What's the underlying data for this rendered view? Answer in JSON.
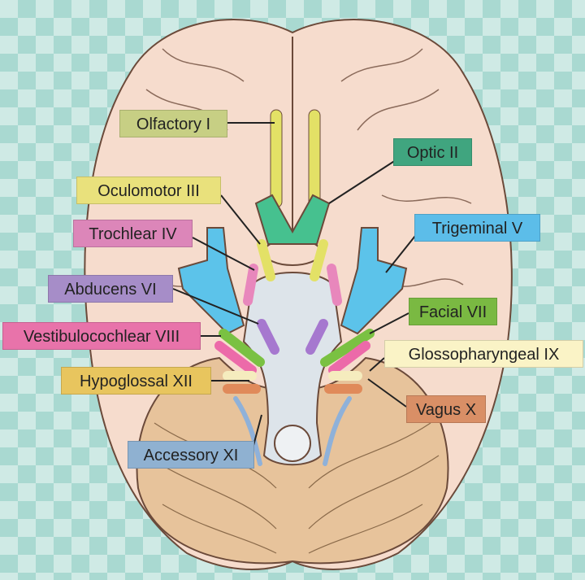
{
  "nerves": [
    {
      "id": "olfactory",
      "label": "Olfactory I",
      "color": "#c7cf84"
    },
    {
      "id": "optic",
      "label": "Optic II",
      "color": "#40a57f"
    },
    {
      "id": "oculomotor",
      "label": "Oculomotor III",
      "color": "#e9e17c"
    },
    {
      "id": "trochlear",
      "label": "Trochlear IV",
      "color": "#dc86b9"
    },
    {
      "id": "trigeminal",
      "label": "Trigeminal V",
      "color": "#5cbde9"
    },
    {
      "id": "abducens",
      "label": "Abducens VI",
      "color": "#a68dc8"
    },
    {
      "id": "facial",
      "label": "Facial VII",
      "color": "#7ab942"
    },
    {
      "id": "vestibulocochlear",
      "label": "Vestibulocochlear VIII",
      "color": "#e873aa"
    },
    {
      "id": "glossopharyngeal",
      "label": "Glossopharyngeal IX",
      "color": "#faf3c6"
    },
    {
      "id": "vagus",
      "label": "Vagus X",
      "color": "#d98f66"
    },
    {
      "id": "accessory",
      "label": "Accessory XI",
      "color": "#8fb1d1"
    },
    {
      "id": "hypoglossal",
      "label": "Hypoglossal XII",
      "color": "#e8c55e"
    }
  ]
}
